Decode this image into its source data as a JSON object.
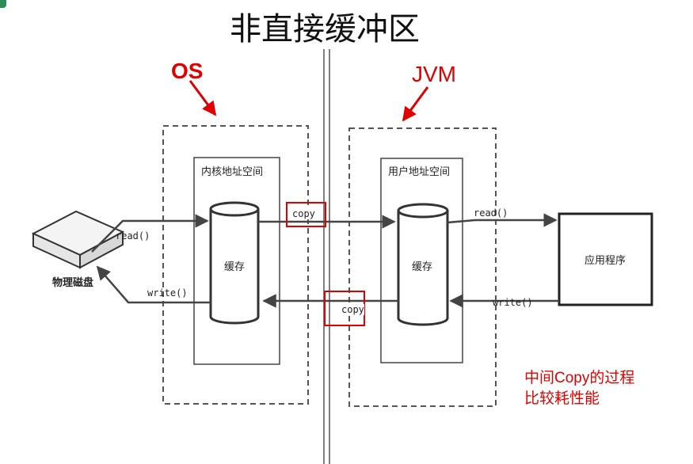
{
  "title": "非直接缓冲区",
  "labels": {
    "os": "OS",
    "jvm": "JVM",
    "kernel_space": "内核地址空间",
    "user_space": "用户地址空间",
    "buffer_kernel": "缓存",
    "buffer_user": "缓存",
    "disk": "物理磁盘",
    "application": "应用程序",
    "read_left": "read()",
    "write_left": "write()",
    "copy_top": "copy",
    "copy_bottom": "copy",
    "read_right": "read()",
    "write_right": "write()"
  },
  "note": {
    "line1": "中间Copy的过程",
    "line2": "比较耗性能"
  },
  "colors": {
    "annotation_red": "#e00000",
    "line_dark": "#444444",
    "dash_gray": "#555555"
  }
}
